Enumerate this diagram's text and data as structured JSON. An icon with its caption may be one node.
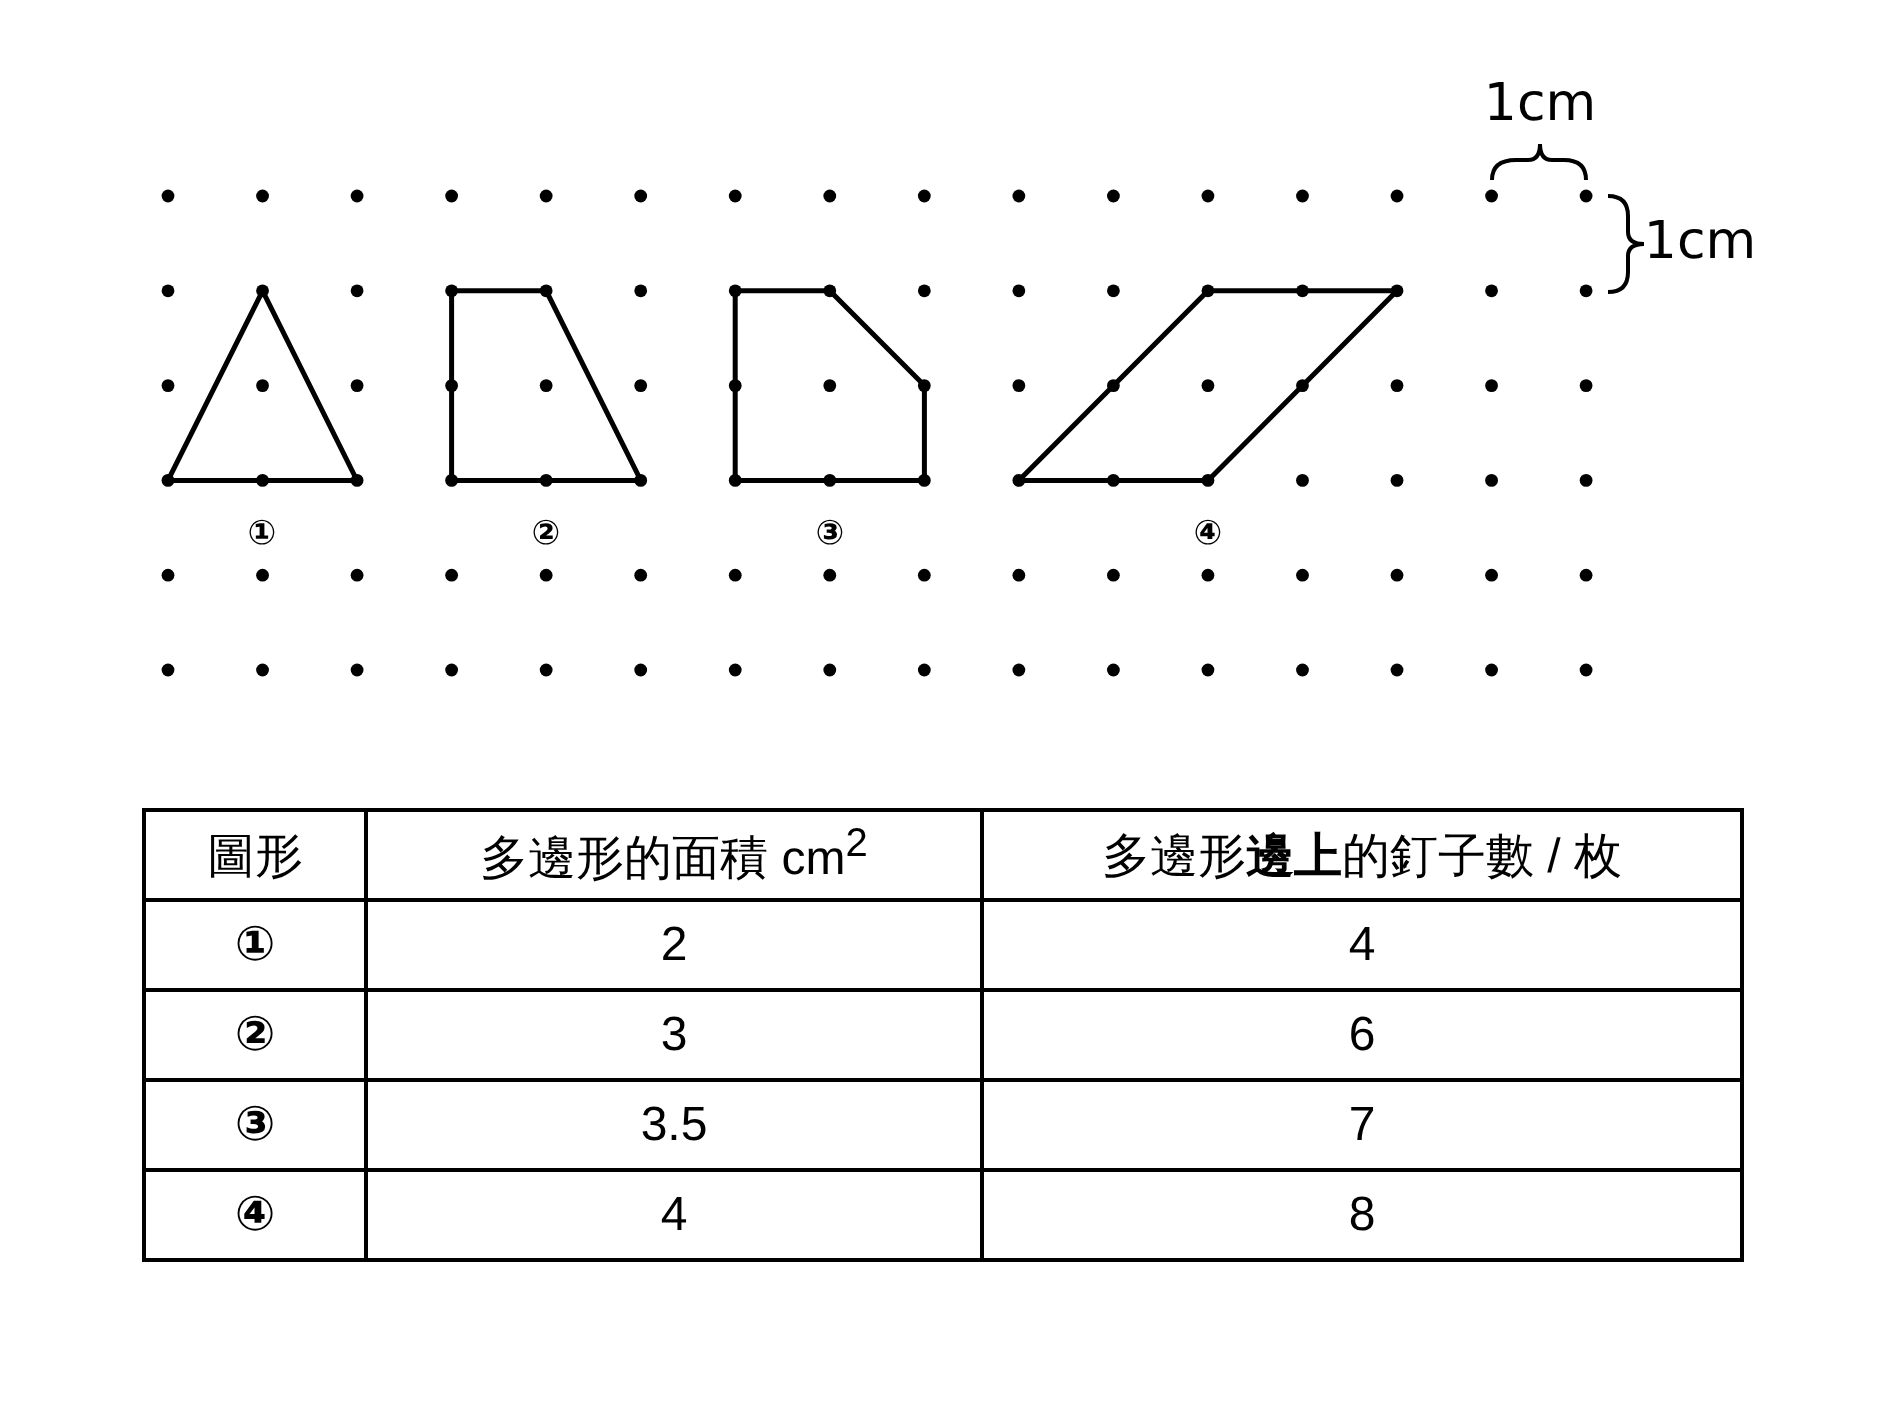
{
  "diagram": {
    "labels": [
      "1cm",
      "1cm",
      "①",
      "②",
      "③",
      "④",
      "圖形",
      "多邊形的面積 cm$^{2}$",
      "多邊形**邊上**的釘子數 / 枚",
      "①",
      "2",
      "4",
      "②",
      "3",
      "6",
      "③",
      "3.5",
      "7",
      "④",
      "4",
      "8"
    ]
  }
}
